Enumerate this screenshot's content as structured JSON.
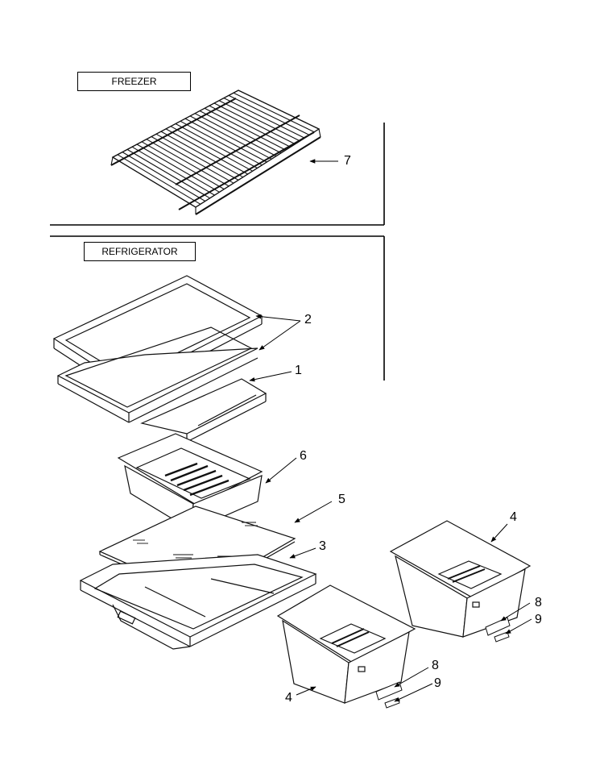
{
  "sections": {
    "freezer": "FREEZER",
    "refrigerator": "REFRIGERATOR"
  },
  "callouts": {
    "c7": "7",
    "c2": "2",
    "c1": "1",
    "c6": "6",
    "c5": "5",
    "c3": "3",
    "c4a": "4",
    "c8a": "8",
    "c9a": "9",
    "c8b": "8",
    "c9b": "9",
    "c4b": "4"
  }
}
